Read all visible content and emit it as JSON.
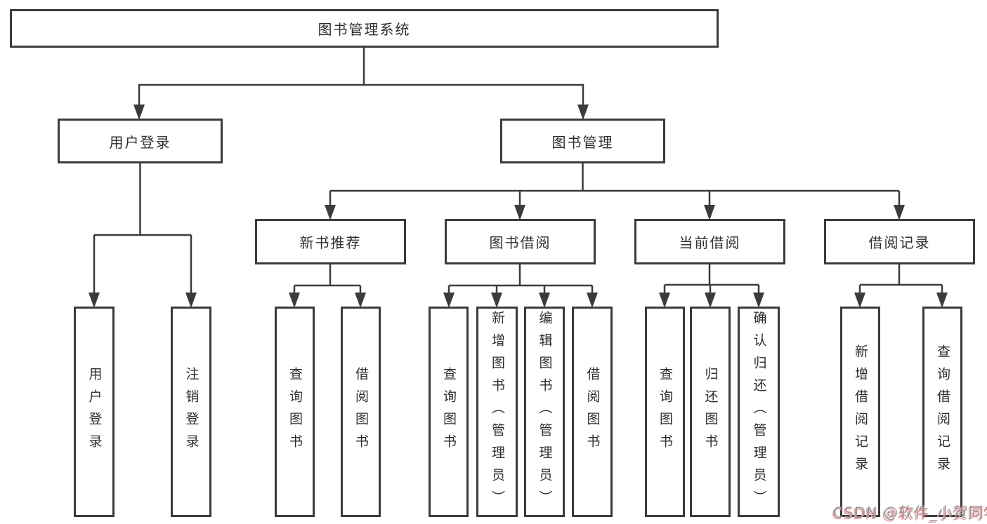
{
  "diagram": {
    "root": "图书管理系统",
    "level2": [
      "用户登录",
      "图书管理"
    ],
    "level3": [
      "新书推荐",
      "图书借阅",
      "当前借阅",
      "借阅记录"
    ],
    "groups": [
      {
        "parent": "用户登录",
        "items": [
          "用户登录",
          "注销登录"
        ]
      },
      {
        "parent": "新书推荐",
        "items": [
          "查询图书",
          "借阅图书"
        ]
      },
      {
        "parent": "图书借阅",
        "items": [
          "查询图书",
          "新增图书（管理员）",
          "编辑图书（管理员）",
          "借阅图书"
        ]
      },
      {
        "parent": "当前借阅",
        "items": [
          "查询图书",
          "归还图书",
          "确认归还（管理员）"
        ]
      },
      {
        "parent": "借阅记录",
        "items": [
          "新增借阅记录",
          "查询借阅记录"
        ]
      }
    ]
  },
  "watermark": "CSDN @软件_小贺同学",
  "colors": {
    "line": "#3b3b3b",
    "text": "#2e2e2e",
    "background": "#ffffff",
    "watermark_gray": "#98989e",
    "watermark_red": "#e89a9a"
  }
}
